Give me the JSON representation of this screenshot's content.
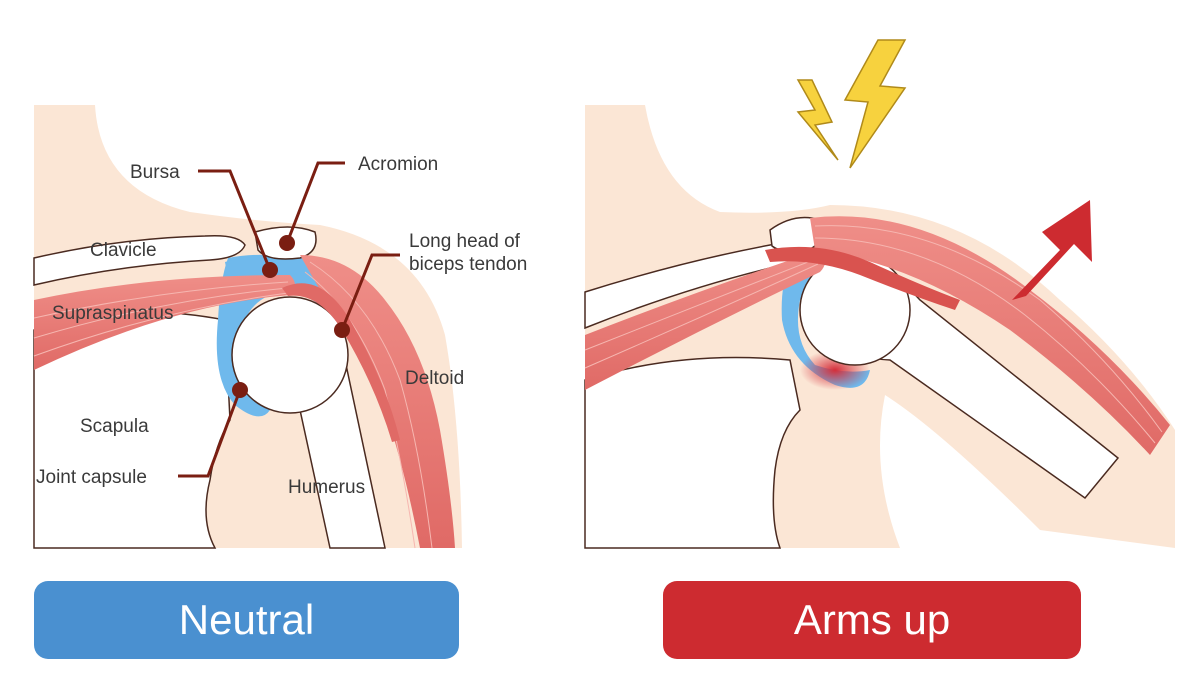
{
  "labels": {
    "bursa": "Bursa",
    "acromion": "Acromion",
    "clavicle": "Clavicle",
    "long_head": [
      "Long head of",
      "biceps tendon"
    ],
    "supraspinatus": "Supraspinatus",
    "deltoid": "Deltoid",
    "scapula": "Scapula",
    "joint_capsule": "Joint capsule",
    "humerus": "Humerus"
  },
  "panels": {
    "neutral": "Neutral",
    "arms_up": "Arms up"
  },
  "colors": {
    "skin": "#fbe6d5",
    "bone": "#ffffff",
    "bone_shade": "#eeeeee",
    "muscle": "#e97d78",
    "muscle_dark": "#d9534f",
    "bursa": "#6fb9ec",
    "inflamed": "#d42f3b",
    "leader": "#7a1e12",
    "neutral_badge": "#4a90d0",
    "arms_up_badge": "#cd2b30",
    "lightning": "#f7d23e",
    "arrow": "#cd2b30"
  },
  "icons": [
    "lightning-bolt-icon",
    "up-arrow-icon"
  ]
}
